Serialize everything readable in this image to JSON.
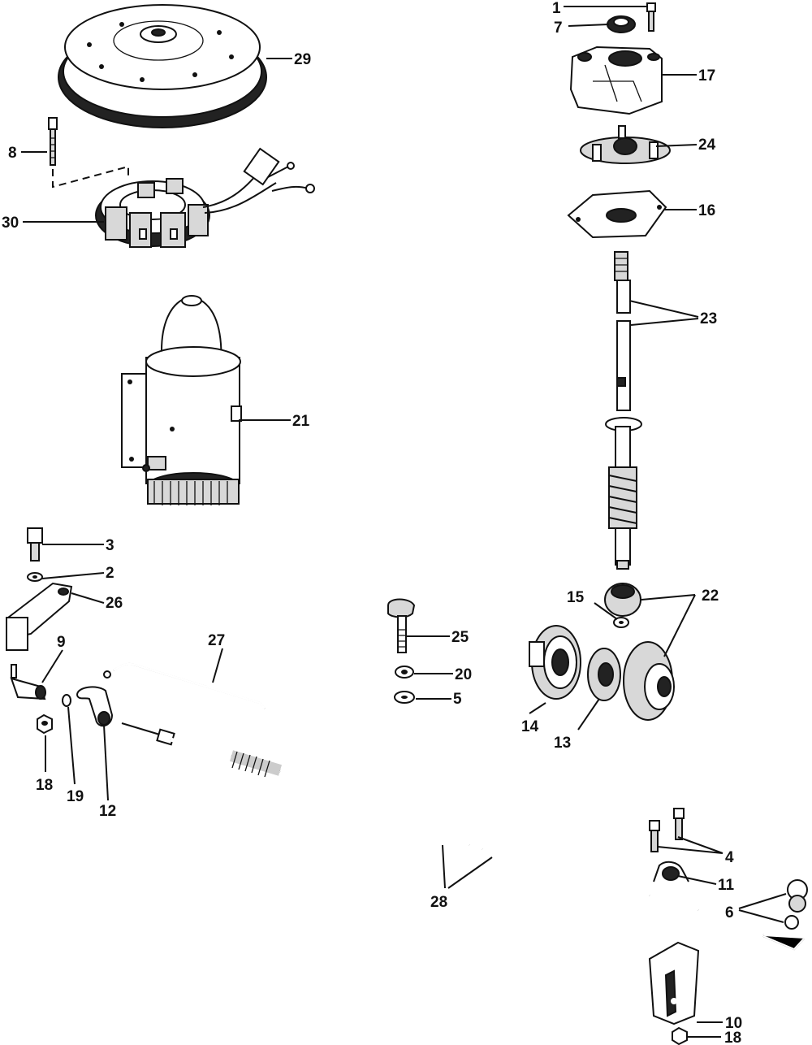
{
  "callouts": [
    {
      "id": "c1",
      "label": "1"
    },
    {
      "id": "c7",
      "label": "7"
    },
    {
      "id": "c17",
      "label": "17"
    },
    {
      "id": "c24",
      "label": "24"
    },
    {
      "id": "c16",
      "label": "16"
    },
    {
      "id": "c23",
      "label": "23"
    },
    {
      "id": "c29",
      "label": "29"
    },
    {
      "id": "c8",
      "label": "8"
    },
    {
      "id": "c30",
      "label": "30"
    },
    {
      "id": "c21",
      "label": "21"
    },
    {
      "id": "c3",
      "label": "3"
    },
    {
      "id": "c2",
      "label": "2"
    },
    {
      "id": "c26",
      "label": "26"
    },
    {
      "id": "c9",
      "label": "9"
    },
    {
      "id": "c27",
      "label": "27"
    },
    {
      "id": "c25",
      "label": "25"
    },
    {
      "id": "c20",
      "label": "20"
    },
    {
      "id": "c5",
      "label": "5"
    },
    {
      "id": "c15",
      "label": "15"
    },
    {
      "id": "c22",
      "label": "22"
    },
    {
      "id": "c14",
      "label": "14"
    },
    {
      "id": "c13",
      "label": "13"
    },
    {
      "id": "c18a",
      "label": "18"
    },
    {
      "id": "c19",
      "label": "19"
    },
    {
      "id": "c12",
      "label": "12"
    },
    {
      "id": "c4",
      "label": "4"
    },
    {
      "id": "c11",
      "label": "11"
    },
    {
      "id": "c6",
      "label": "6"
    },
    {
      "id": "c28",
      "label": "28"
    },
    {
      "id": "c10",
      "label": "10"
    },
    {
      "id": "c18b",
      "label": "18"
    }
  ]
}
